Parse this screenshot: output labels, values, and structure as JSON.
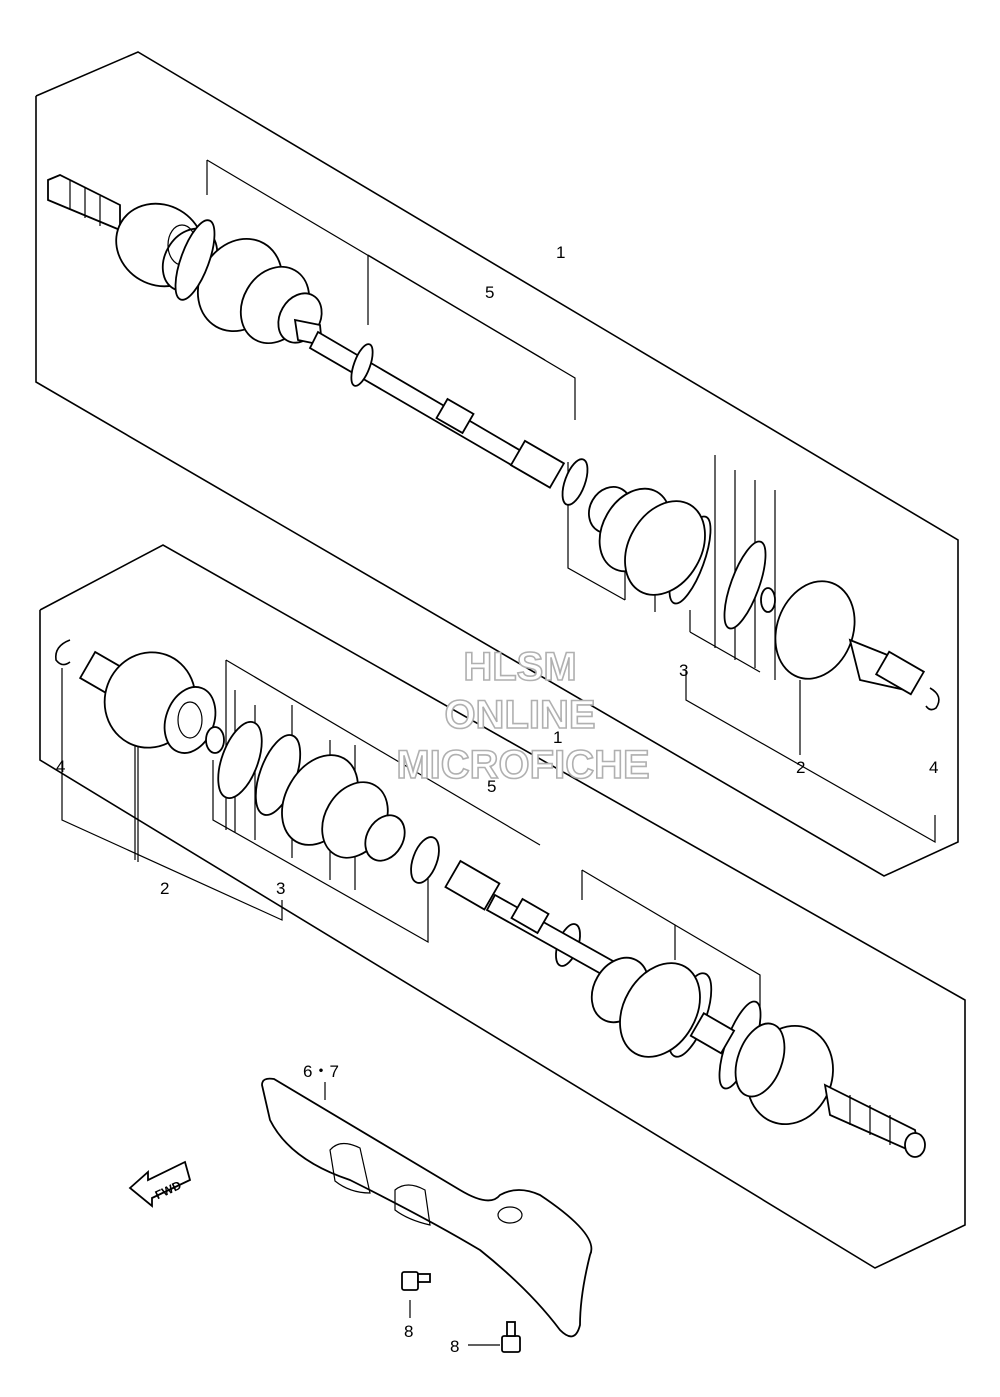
{
  "diagram": {
    "callouts": {
      "upper_assembly": "1",
      "upper_shaft": "5",
      "upper_boot_kit": "3",
      "upper_joint": "2",
      "upper_circlip": "4",
      "lower_assembly": "1",
      "lower_shaft": "5",
      "lower_circlip": "4",
      "lower_joint": "2",
      "lower_boot_kit": "3",
      "heat_shield": "6・7",
      "bolt_a": "8",
      "bolt_b": "8"
    },
    "direction_arrow": "FWD"
  },
  "watermark": {
    "line1": "HLSM",
    "line2": "ONLINE",
    "line3": "MICROFICHE"
  }
}
